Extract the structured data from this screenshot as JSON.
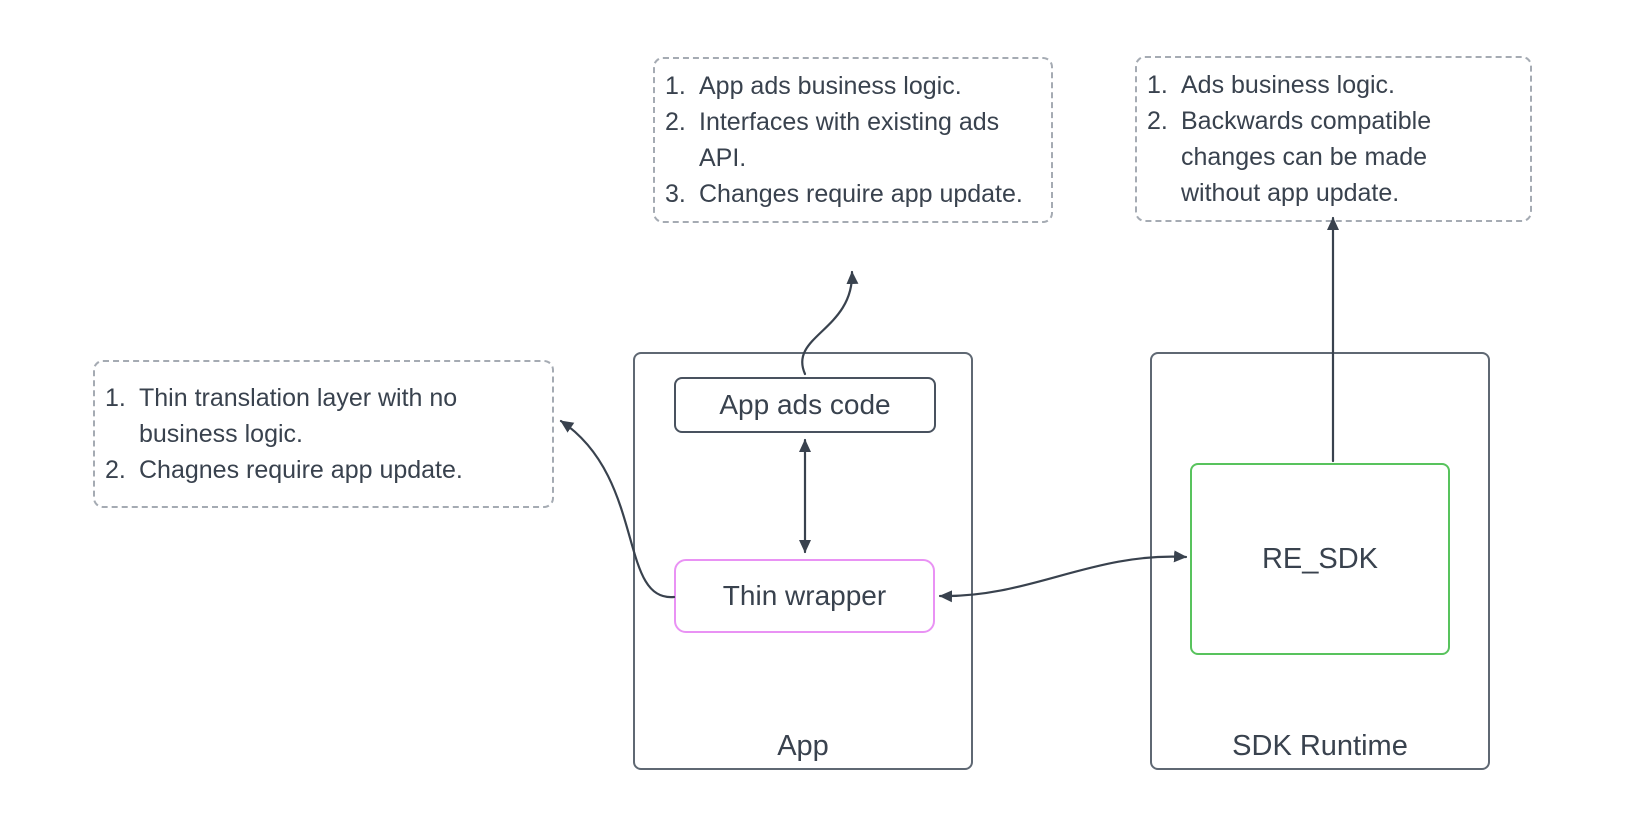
{
  "colors": {
    "ink": "#39424e",
    "container-border": "#5f6873",
    "node-border": "#49525f",
    "dashed-border": "#a5abb3",
    "pink": "#e992f4",
    "green": "#58c35d",
    "bg": "#ffffff"
  },
  "notes": {
    "app_ads": {
      "items": [
        {
          "num": "1.",
          "text": "App ads business logic."
        },
        {
          "num": "2.",
          "text": "Interfaces with existing ads API."
        },
        {
          "num": "3.",
          "text": "Changes require app update."
        }
      ]
    },
    "sdk": {
      "items": [
        {
          "num": "1.",
          "text": "Ads business logic."
        },
        {
          "num": "2.",
          "text": "Backwards compatible changes can be made without app update."
        }
      ]
    },
    "wrapper": {
      "items": [
        {
          "num": "1.",
          "text": "Thin translation layer with no business logic."
        },
        {
          "num": "2.",
          "text": "Chagnes require app update."
        }
      ]
    }
  },
  "containers": {
    "app": {
      "label": "App"
    },
    "sdk_runtime": {
      "label": "SDK Runtime"
    }
  },
  "nodes": {
    "app_ads_code": {
      "label": "App ads code"
    },
    "thin_wrapper": {
      "label": "Thin wrapper"
    },
    "re_sdk": {
      "label": "RE_SDK"
    }
  }
}
